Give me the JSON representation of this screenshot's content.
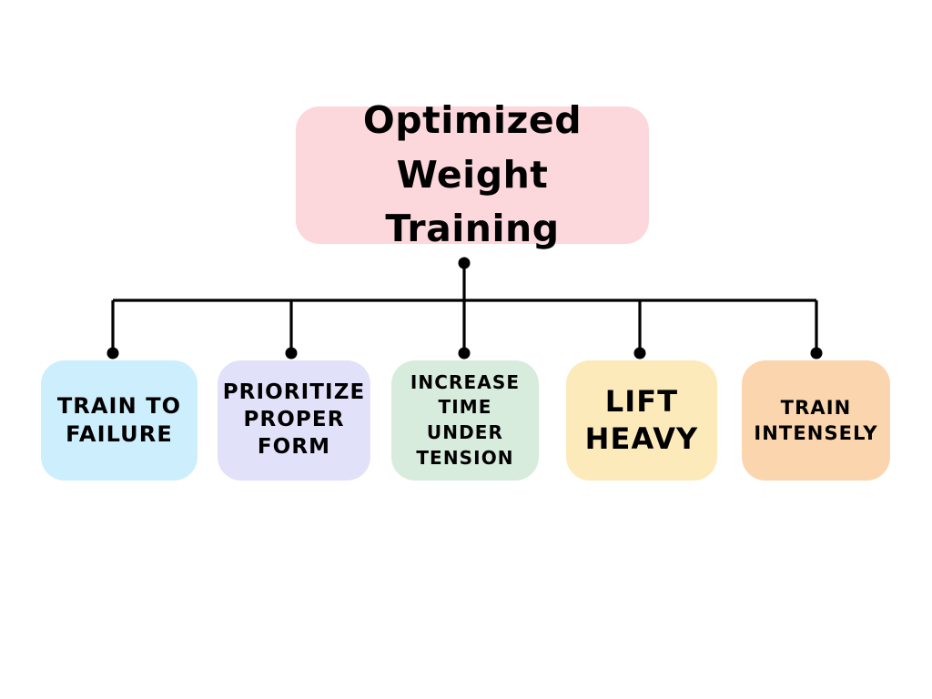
{
  "diagram": {
    "type": "hierarchy-tree",
    "background_color": "#ffffff",
    "connector_color": "#000000",
    "root": {
      "label": "Optimized Weight\nTraining",
      "fill_color": "#fcd7dc",
      "text_color": "#000000"
    },
    "children": [
      {
        "label": "TRAIN TO\nFAILURE",
        "fill_color": "#cdeefc",
        "text_color": "#000000"
      },
      {
        "label": "PRIORITIZE\nPROPER\nFORM",
        "fill_color": "#e2e1fa",
        "text_color": "#000000"
      },
      {
        "label": "INCREASE\nTIME\nUNDER\nTENSION",
        "fill_color": "#d7ecdd",
        "text_color": "#000000"
      },
      {
        "label": "LIFT\nHEAVY",
        "fill_color": "#fdeabb",
        "text_color": "#000000"
      },
      {
        "label": "TRAIN\nINTENSELY",
        "fill_color": "#fbd5ae",
        "text_color": "#000000"
      }
    ]
  }
}
